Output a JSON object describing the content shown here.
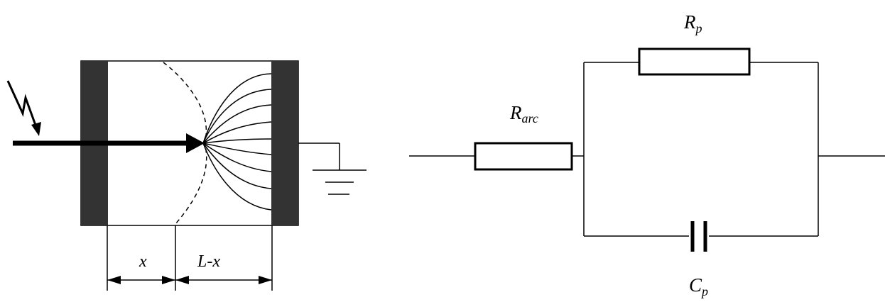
{
  "left_figure": {
    "dimension_x_label": "x",
    "dimension_lx_label": "L-x"
  },
  "circuit": {
    "r_arc": {
      "main": "R",
      "sub": "arc"
    },
    "r_p": {
      "main": "R",
      "sub": "p"
    },
    "c_p": {
      "main": "C",
      "sub": "p"
    }
  },
  "colors": {
    "electrode": "#333333",
    "line": "#000000",
    "background": "#ffffff"
  }
}
